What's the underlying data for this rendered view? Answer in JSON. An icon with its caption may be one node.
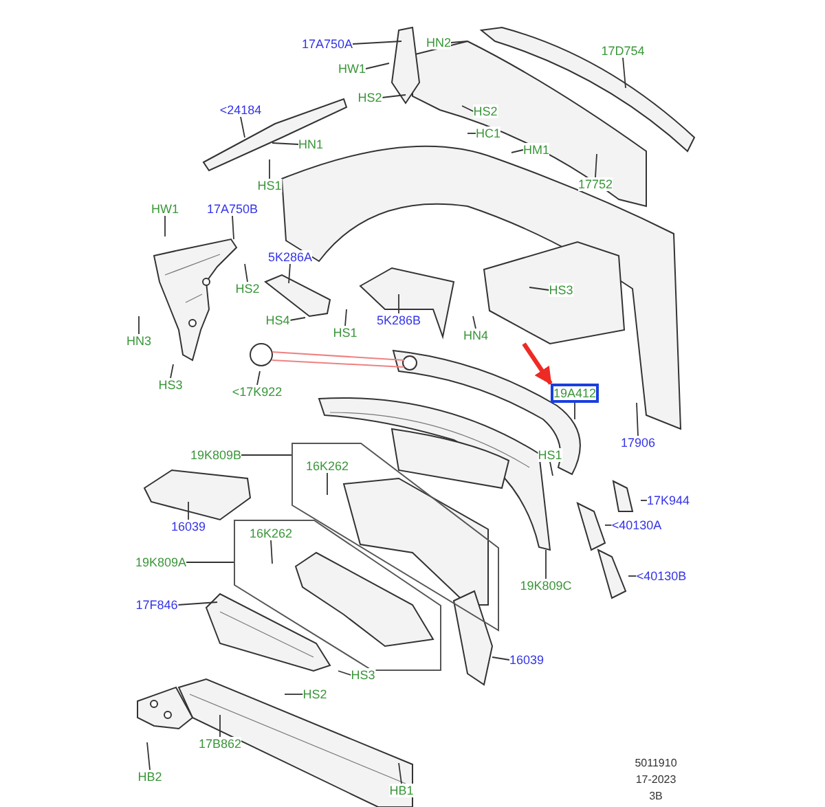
{
  "diagram": {
    "nodes": [
      {
        "text": [
          "17A750A"
        ]
      },
      {
        "text": [
          "HW1"
        ]
      },
      {
        "text": [
          "HN2"
        ]
      },
      {
        "text": [
          "HS2"
        ]
      },
      {
        "text": [
          "17D754"
        ]
      },
      {
        "text": [
          "<24184"
        ]
      },
      {
        "text": [
          "HS2"
        ]
      },
      {
        "text": [
          "HC1"
        ]
      },
      {
        "text": [
          "HN1"
        ]
      },
      {
        "text": [
          "HM1"
        ]
      },
      {
        "text": [
          "HS1"
        ]
      },
      {
        "text": [
          "17752"
        ]
      },
      {
        "text": [
          "HW1"
        ]
      },
      {
        "text": [
          "17A750B"
        ]
      },
      {
        "text": [
          "5K286A"
        ]
      },
      {
        "text": [
          "HS2"
        ]
      },
      {
        "text": [
          "HS3"
        ]
      },
      {
        "text": [
          "HS4"
        ]
      },
      {
        "text": [
          "HS1"
        ]
      },
      {
        "text": [
          "5K286B"
        ]
      },
      {
        "text": [
          "HN4"
        ]
      },
      {
        "text": [
          "HN3"
        ]
      },
      {
        "text": [
          "HS3"
        ]
      },
      {
        "text": [
          "<17K922"
        ]
      },
      {
        "text": [
          "19A412"
        ]
      },
      {
        "text": [
          "17906"
        ]
      },
      {
        "text": [
          "19K809B"
        ]
      },
      {
        "text": [],
        "shape": "box"
      },
      {
        "text": [
          "16K262"
        ],
        "in": 27
      },
      {
        "text": [
          "HS1"
        ]
      },
      {
        "text": [
          "17K944"
        ]
      },
      {
        "text": [
          "16039"
        ]
      },
      {
        "text": [
          "<40130A"
        ]
      },
      {
        "text": [
          "19K809A"
        ]
      },
      {
        "text": [],
        "shape": "box"
      },
      {
        "text": [
          "16K262"
        ],
        "in": 34
      },
      {
        "text": [
          "<40130B"
        ]
      },
      {
        "text": [
          "19K809C"
        ]
      },
      {
        "text": [
          "17F846"
        ]
      },
      {
        "text": [
          "16039"
        ]
      },
      {
        "text": [
          "HS3"
        ]
      },
      {
        "text": [
          "HS2"
        ]
      },
      {
        "text": [
          "17B862"
        ]
      },
      {
        "text": [
          "HB2"
        ]
      },
      {
        "text": [
          "HB1"
        ]
      }
    ],
    "edges": [
      {
        "from": 0,
        "to": null,
        "arrow": "none"
      },
      {
        "from": 1,
        "to": null,
        "arrow": "none"
      },
      {
        "from": 2,
        "to": null,
        "arrow": "none"
      },
      {
        "from": 3,
        "to": null,
        "arrow": "none"
      },
      {
        "from": 4,
        "to": null,
        "arrow": "none"
      },
      {
        "from": 5,
        "to": null,
        "arrow": "none"
      },
      {
        "from": 6,
        "to": null,
        "arrow": "none"
      },
      {
        "from": 7,
        "to": null,
        "arrow": "none"
      },
      {
        "from": 8,
        "to": null,
        "arrow": "none"
      },
      {
        "from": 9,
        "to": null,
        "arrow": "none"
      },
      {
        "from": 10,
        "to": null,
        "arrow": "none"
      },
      {
        "from": 11,
        "to": null,
        "arrow": "none"
      },
      {
        "from": 12,
        "to": null,
        "arrow": "none"
      },
      {
        "from": 13,
        "to": null,
        "arrow": "none"
      },
      {
        "from": 14,
        "to": null,
        "arrow": "none"
      },
      {
        "from": 15,
        "to": null,
        "arrow": "none"
      },
      {
        "from": 16,
        "to": null,
        "arrow": "none"
      },
      {
        "from": 17,
        "to": null,
        "arrow": "none"
      },
      {
        "from": 18,
        "to": null,
        "arrow": "none"
      },
      {
        "from": 19,
        "to": null,
        "arrow": "none"
      },
      {
        "from": 20,
        "to": null,
        "arrow": "none"
      },
      {
        "from": 21,
        "to": null,
        "arrow": "none"
      },
      {
        "from": 22,
        "to": null,
        "arrow": "none"
      },
      {
        "from": 23,
        "to": null,
        "arrow": "none"
      },
      {
        "from": 24,
        "to": null,
        "arrow": "none"
      },
      {
        "from": 25,
        "to": null,
        "arrow": "none"
      },
      {
        "from": 26,
        "to": 27,
        "arrow": "none"
      },
      {
        "from": 28,
        "to": null,
        "arrow": "none"
      },
      {
        "from": 29,
        "to": null,
        "arrow": "none"
      },
      {
        "from": 30,
        "to": null,
        "arrow": "none"
      },
      {
        "from": 31,
        "to": null,
        "arrow": "none"
      },
      {
        "from": 32,
        "to": null,
        "arrow": "none"
      },
      {
        "from": 33,
        "to": 34,
        "arrow": "none"
      },
      {
        "from": 35,
        "to": null,
        "arrow": "none"
      },
      {
        "from": 36,
        "to": null,
        "arrow": "none"
      },
      {
        "from": 37,
        "to": null,
        "arrow": "none"
      },
      {
        "from": 38,
        "to": null,
        "arrow": "none"
      },
      {
        "from": 39,
        "to": null,
        "arrow": "none"
      },
      {
        "from": 40,
        "to": null,
        "arrow": "none"
      },
      {
        "from": 41,
        "to": null,
        "arrow": "none"
      },
      {
        "from": 42,
        "to": null,
        "arrow": "none"
      },
      {
        "from": 43,
        "to": null,
        "arrow": "none"
      },
      {
        "from": 44,
        "to": null,
        "arrow": "none"
      },
      {
        "from": null,
        "to": 24,
        "arrow": "to",
        "style": "thick",
        "color": "#ee2a24"
      }
    ],
    "labels": [
      "5011910",
      "17-2023",
      "3B"
    ]
  }
}
